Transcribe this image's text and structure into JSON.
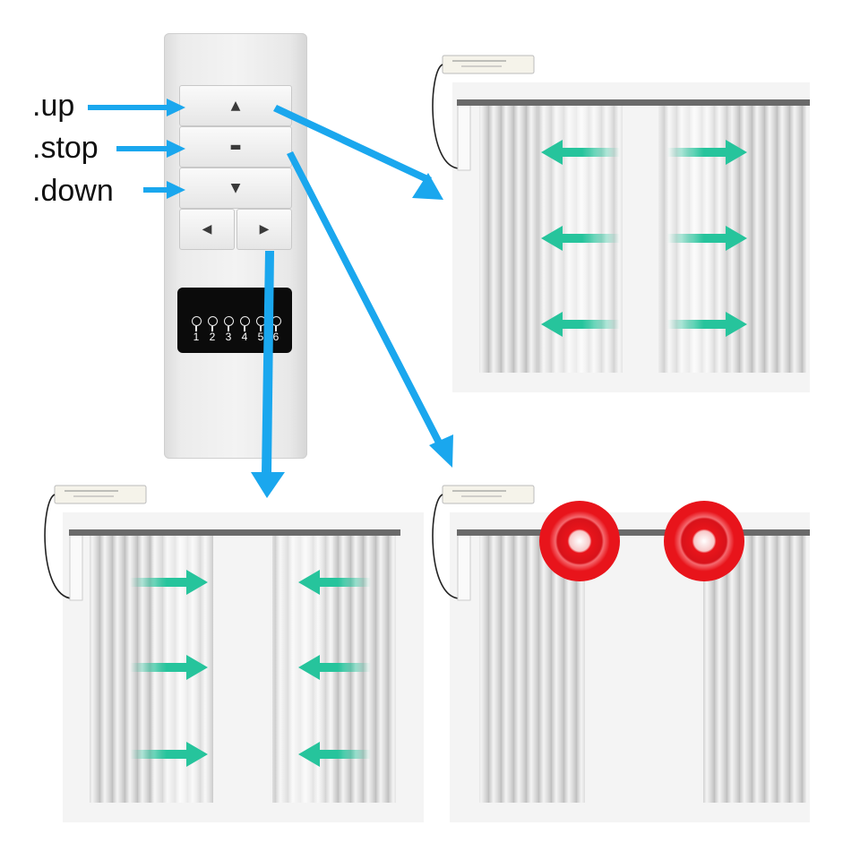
{
  "labels": {
    "up": ".up",
    "stop": ".stop",
    "down": ".down"
  },
  "remote": {
    "buttons": {
      "up": "▲",
      "stop": "▬",
      "down": "▼",
      "left": "◀",
      "right": "▶"
    },
    "channels": [
      "1",
      "2",
      "3",
      "4",
      "5",
      "6"
    ]
  },
  "colors": {
    "pointer_arrow": "#1aa7ee",
    "motion_arrow": "#26c49c",
    "stop_indicator": "#e8141b",
    "rail": "#6a6a6a"
  },
  "scenes": [
    {
      "name": "up",
      "motion": "curtains open outward"
    },
    {
      "name": "down",
      "motion": "curtains close inward"
    },
    {
      "name": "stop",
      "motion": "curtains halted"
    }
  ]
}
